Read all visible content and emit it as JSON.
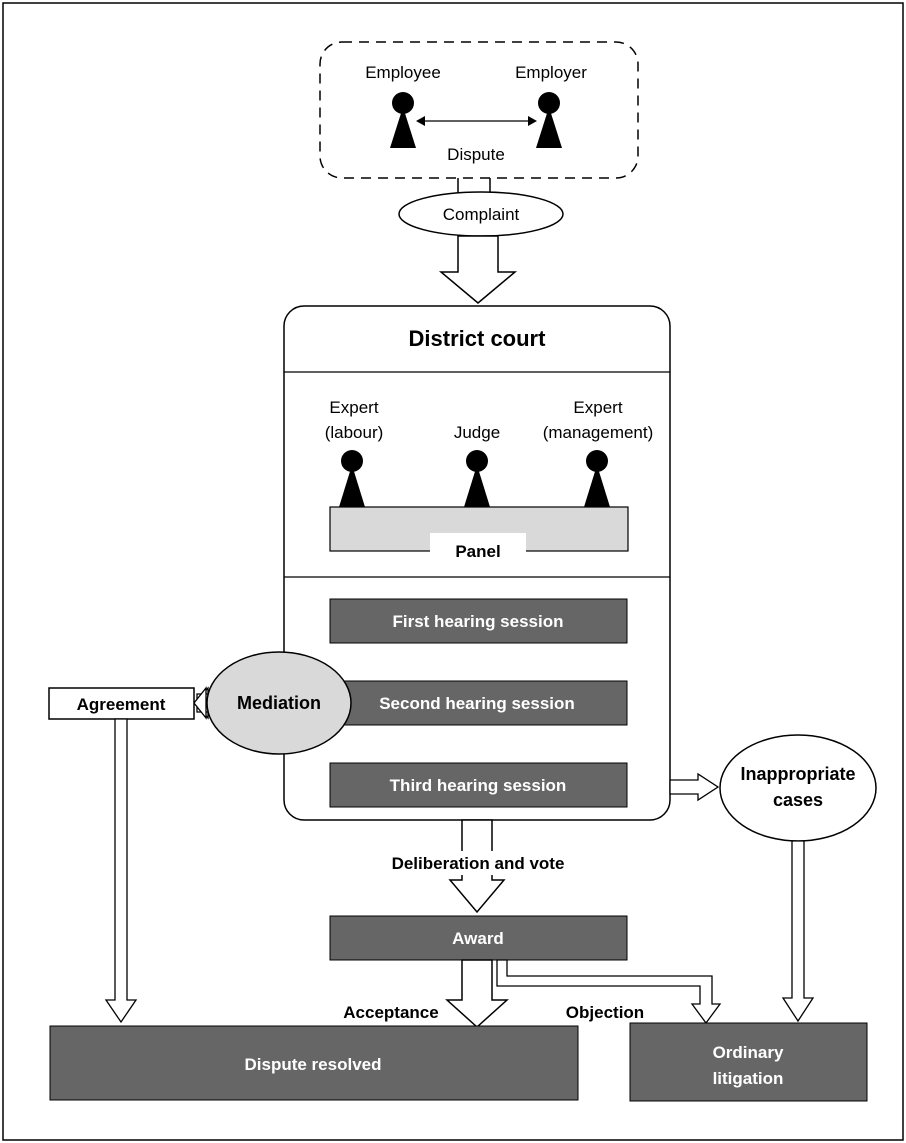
{
  "parties": {
    "employee_label": "Employee",
    "employer_label": "Employer",
    "dispute_label": "Dispute"
  },
  "complaint_label": "Complaint",
  "court": {
    "title": "District court",
    "panel_label": "Panel",
    "members": [
      {
        "line1": "Expert",
        "line2": "(labour)"
      },
      {
        "line1": "Judge",
        "line2": ""
      },
      {
        "line1": "Expert",
        "line2": "(management)"
      }
    ],
    "sessions": [
      "First hearing session",
      "Second hearing session",
      "Third hearing session"
    ]
  },
  "mediation_label": "Mediation",
  "agreement_label": "Agreement",
  "inappropriate_cases": {
    "line1": "Inappropriate",
    "line2": "cases"
  },
  "deliberation_label": "Deliberation and vote",
  "award_label": "Award",
  "acceptance_label": "Acceptance",
  "objection_label": "Objection",
  "dispute_resolved_label": "Dispute resolved",
  "ordinary_litigation": {
    "line1": "Ordinary",
    "line2": "litigation"
  },
  "colors": {
    "dark_box": "#666666",
    "light_fill": "#d9d9d9",
    "stroke": "#000000",
    "background": "#ffffff"
  }
}
